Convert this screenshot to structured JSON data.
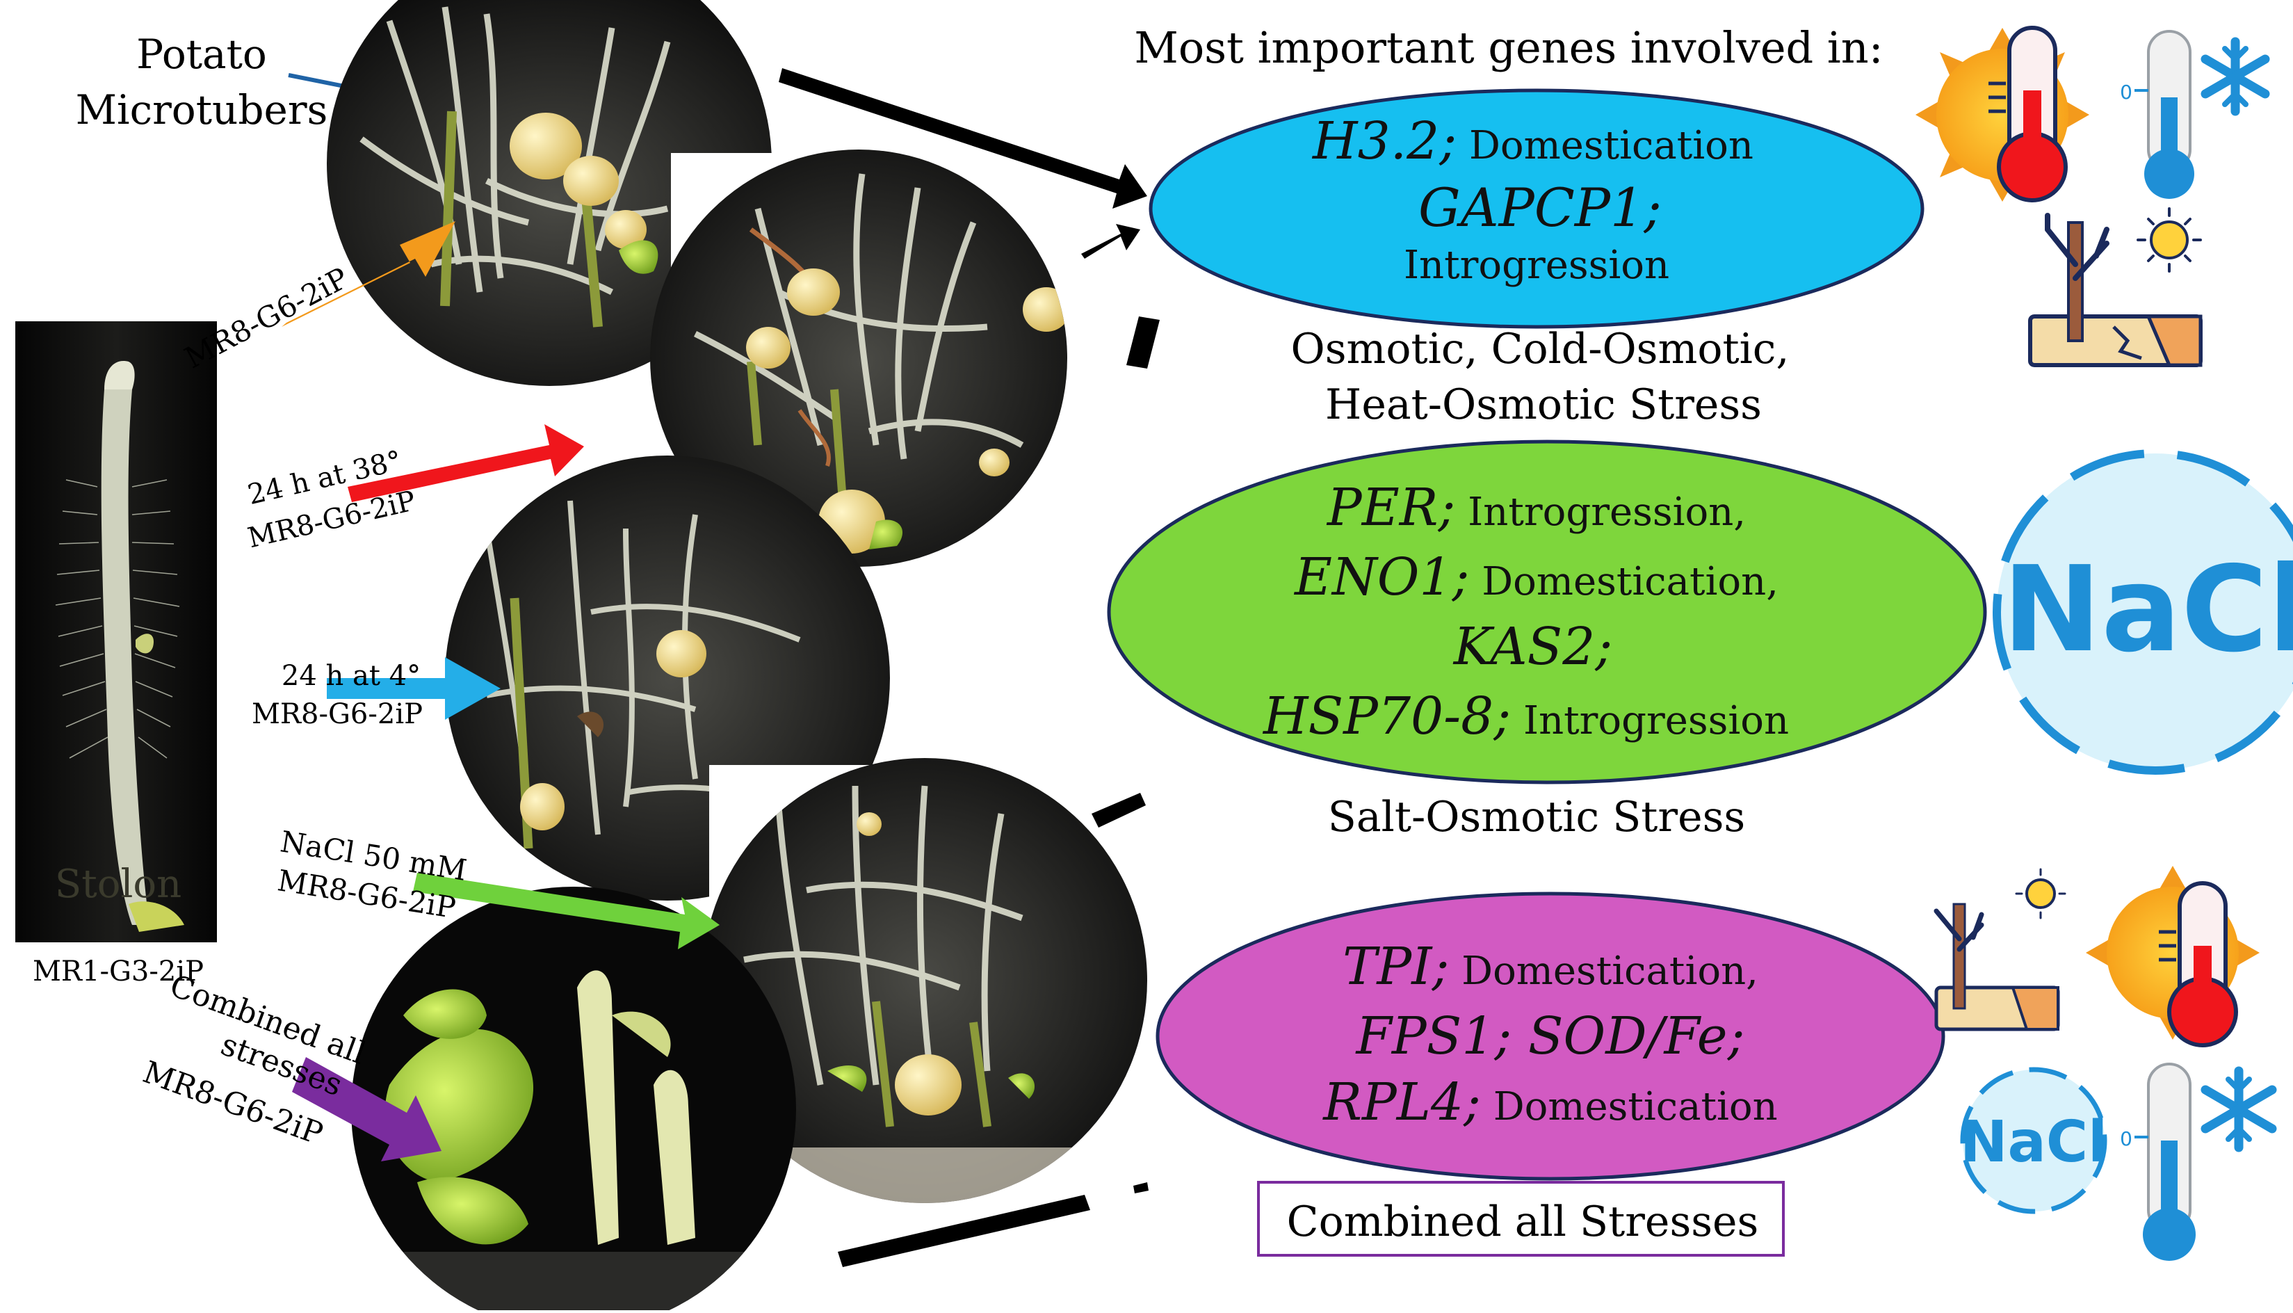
{
  "header": {
    "title": "Most important genes  involved in:"
  },
  "left": {
    "potato_label": [
      "Potato",
      "Microtubers"
    ],
    "stolon_label": "Stolon",
    "stolon_medium": "MR1-G3-2iP",
    "treatments": [
      {
        "lines": [
          "MR8-G6-2iP"
        ],
        "color": "#f39a1c"
      },
      {
        "lines": [
          "24 h at 38°",
          "MR8-G6-2iP"
        ],
        "color": "#f0161c"
      },
      {
        "lines": [
          "24 h at 4°",
          "MR8-G6-2iP"
        ],
        "color": "#24aee8"
      },
      {
        "lines": [
          "NaCl 50 mM",
          "MR8-G6-2iP"
        ],
        "color": "#6fd13c"
      },
      {
        "lines": [
          "Combined all",
          "stresses",
          "MR8-G6-2iP"
        ],
        "color": "#7a2c9e"
      }
    ]
  },
  "groups": [
    {
      "id": "osmotic",
      "fill": "#16bff0",
      "lines": [
        [
          {
            "t": "H3.2;",
            "i": true
          },
          {
            "t": " Domestication",
            "i": false
          }
        ],
        [
          {
            "t": "GAPCP1;",
            "i": true
          }
        ],
        [
          {
            "t": "Introgression",
            "i": false
          }
        ]
      ],
      "caption": [
        "Osmotic, Cold-Osmotic,",
        "Heat-Osmotic Stress"
      ]
    },
    {
      "id": "salt",
      "fill": "#7ed63c",
      "lines": [
        [
          {
            "t": "PER;",
            "i": true
          },
          {
            "t": " Introgression,",
            "i": false
          }
        ],
        [
          {
            "t": "ENO1;",
            "i": true
          },
          {
            "t": " Domestication,",
            "i": false
          }
        ],
        [
          {
            "t": "KAS2;",
            "i": true
          }
        ],
        [
          {
            "t": "HSP70-8;",
            "i": true
          },
          {
            "t": " Introgression",
            "i": false
          }
        ]
      ],
      "caption": [
        "Salt-Osmotic Stress"
      ]
    },
    {
      "id": "combined",
      "fill": "#d25ac2",
      "lines": [
        [
          {
            "t": "TPI;",
            "i": true
          },
          {
            "t": " Domestication,",
            "i": false
          }
        ],
        [
          {
            "t": "FPS1; SOD/Fe;",
            "i": true
          }
        ],
        [
          {
            "t": "RPL4;",
            "i": true
          },
          {
            "t": " Domestication",
            "i": false
          }
        ]
      ],
      "caption": [
        "Combined all Stresses"
      ]
    }
  ],
  "icons": {
    "nacl_label": "NaCl",
    "thermo_zero": "0"
  },
  "colors": {
    "outline": "#1b2a5c",
    "nacl_blue": "#1f8fd6",
    "nacl_bg": "#d9f2fb",
    "arrow_black": "#000000",
    "box_border": "#7a2c9e"
  }
}
